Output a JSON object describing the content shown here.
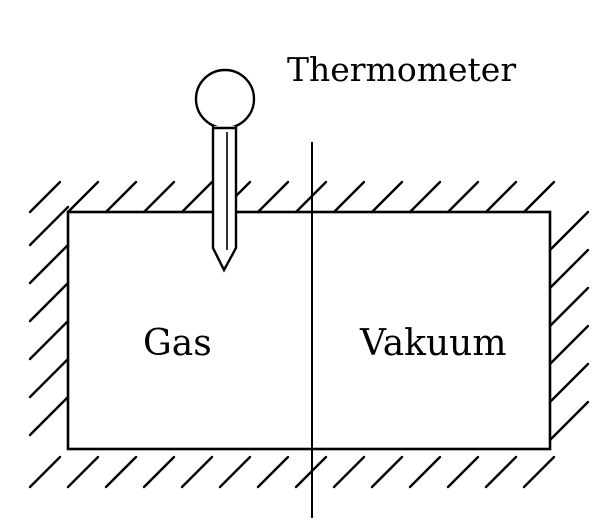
{
  "labels": {
    "thermometer": "Thermometer",
    "gas": "Gas",
    "vacuum": "Vakuum"
  },
  "colors": {
    "ink": "#000000",
    "background": "#ffffff"
  }
}
